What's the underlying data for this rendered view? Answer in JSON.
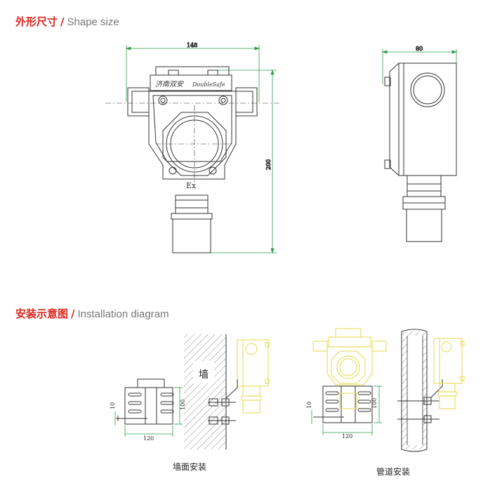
{
  "headings": {
    "shape": {
      "cn": "外形尺寸",
      "sep": "/",
      "en": "Shape size"
    },
    "install": {
      "cn": "安装示意图",
      "sep": "/",
      "en": "Installation diagram"
    }
  },
  "shape_diagram": {
    "front": {
      "width_dim": "148",
      "height_dim": "200",
      "brand_cn": "济南双安",
      "brand_en": "DoubleSafe",
      "ex_mark": "Ex"
    },
    "side": {
      "width_dim": "80"
    }
  },
  "install_diagram": {
    "wall": {
      "label": "墙",
      "caption": "墙面安装",
      "dim_width": "120",
      "dim_height": "100",
      "dim_small": "10"
    },
    "pipe": {
      "caption": "管道安装",
      "dim_width": "120",
      "dim_height": "100",
      "dim_small": "10"
    }
  },
  "colors": {
    "accent_red": "#d9261c",
    "dim_green": "#2e9e4a",
    "device_yellow": "#e8e06a",
    "line_dark": "#333333"
  }
}
